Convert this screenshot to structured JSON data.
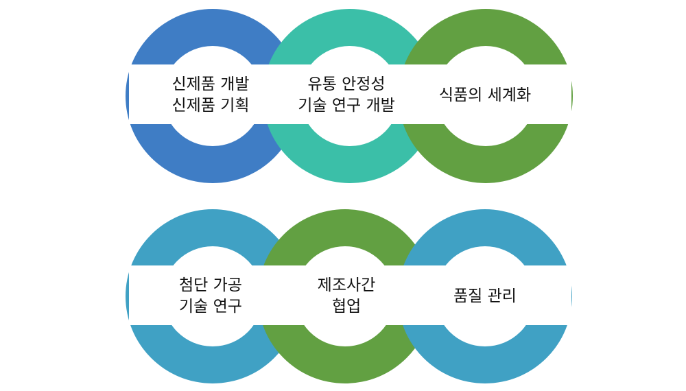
{
  "rows": [
    {
      "items": [
        {
          "color": "#3f7dc5",
          "label": "신제품 개발\n신제품 기획"
        },
        {
          "color": "#3bbfa8",
          "label": "유통 안정성\n기술 연구 개발"
        },
        {
          "color": "#62a042",
          "label": "식품의 세계화"
        }
      ]
    },
    {
      "items": [
        {
          "color": "#40a1c4",
          "label": "첨단 가공\n기술 연구"
        },
        {
          "color": "#62a042",
          "label": "제조사간\n협업"
        },
        {
          "color": "#40a1c4",
          "label": "품질 관리"
        }
      ]
    }
  ]
}
